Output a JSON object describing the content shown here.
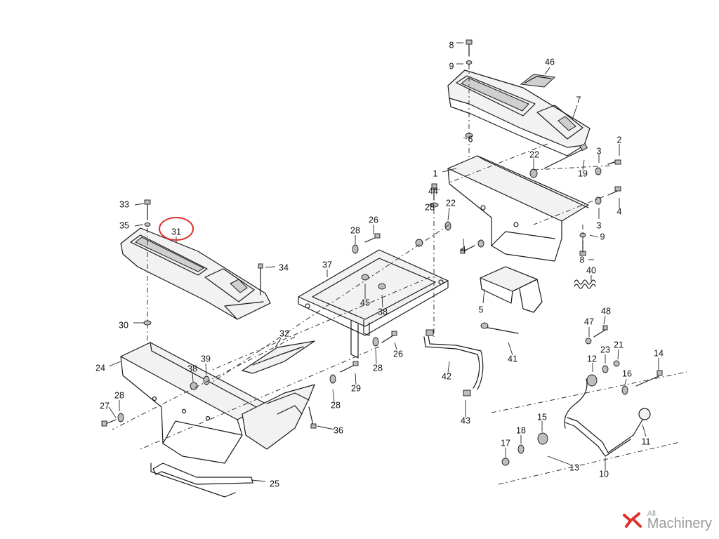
{
  "diagram": {
    "callouts": [
      "1",
      "2",
      "3",
      "3",
      "4",
      "4",
      "5",
      "6",
      "7",
      "8",
      "8",
      "9",
      "9",
      "10",
      "11",
      "12",
      "13",
      "14",
      "15",
      "16",
      "17",
      "18",
      "19",
      "21",
      "22",
      "22",
      "23",
      "24",
      "25",
      "26",
      "26",
      "27",
      "28",
      "28",
      "28",
      "28",
      "28",
      "29",
      "30",
      "31",
      "32",
      "33",
      "34",
      "35",
      "36",
      "37",
      "38",
      "38",
      "39",
      "40",
      "41",
      "42",
      "43",
      "44",
      "45",
      "46",
      "47",
      "48"
    ],
    "highlighted_callout": "31",
    "highlight_color": "#e0302a"
  },
  "watermark": {
    "line1": "All",
    "line2": "Machinery",
    "logo_color": "#e0302a"
  }
}
